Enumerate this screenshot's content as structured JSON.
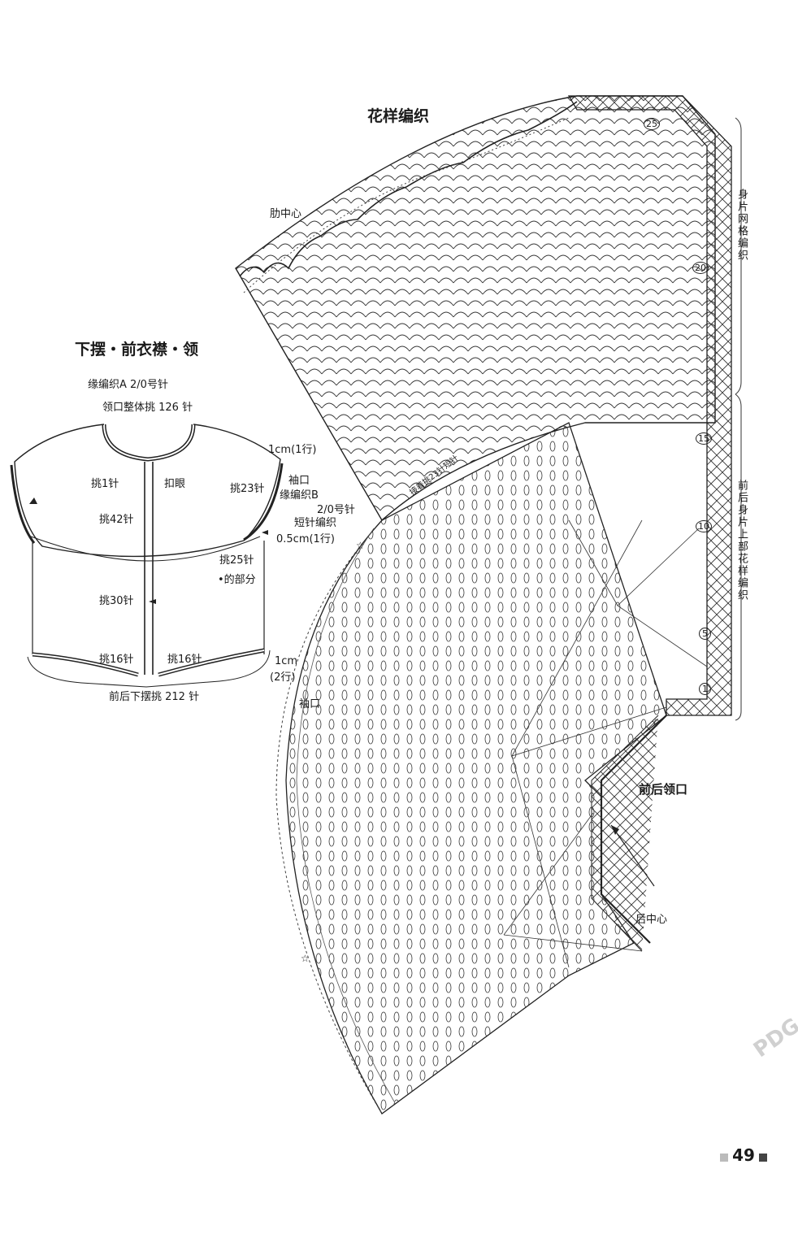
{
  "pattern_title": "花样编织",
  "schematic_title": "下摆・前衣襟・领",
  "schematic": {
    "edge_a": "缘编织A  2/0号针",
    "neck_pickup": "领口整体挑 126 针",
    "row_1cm": "1cm(1行)",
    "pick_1": "挑1针",
    "buttonhole": "扣眼",
    "pick_23": "挑23针",
    "sleeve_opening": "袖口",
    "edge_b": "缘编织B",
    "needle_20": "2/0号针",
    "short_rows": "短针编织",
    "row_05cm": "0.5cm(1行)",
    "pick_42": "挑42针",
    "pick_25": "挑25针",
    "dot_part": "•的部分",
    "pick_30": "挑30针",
    "pick_16_left": "挑16针",
    "pick_16_right": "挑16针",
    "bottom_1cm": "1cm",
    "bottom_rows": "(2行)",
    "hem_pickup": "前后下摆挑 212 针"
  },
  "chart_labels": {
    "side_center": "肋中心",
    "body_mesh": "身片网格编织",
    "body_upper": "前后身片上部花样编织",
    "front_back_neck": "前后领口",
    "back_center": "后中心",
    "sleeve": "袖口",
    "short_row_note": "接着挑23针短针"
  },
  "row_numbers": [
    "25",
    "20",
    "15",
    "10",
    "5",
    "1"
  ],
  "watermark": "PDG",
  "page_number": "49"
}
